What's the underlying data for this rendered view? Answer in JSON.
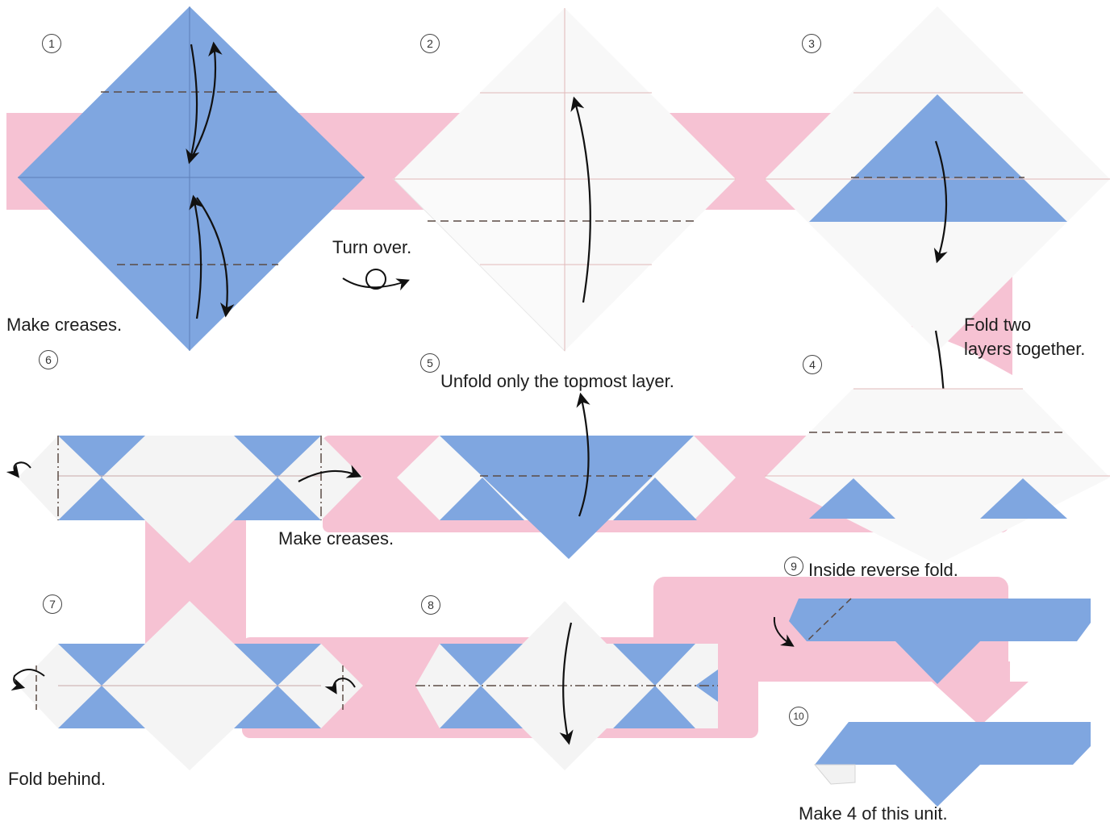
{
  "steps": [
    {
      "number": "1",
      "caption": "Make creases."
    },
    {
      "number": "2",
      "caption": "Turn over."
    },
    {
      "number": "3",
      "caption": "Fold two layers together."
    },
    {
      "number": "4",
      "caption": ""
    },
    {
      "number": "5",
      "caption": "Unfold only the topmost layer."
    },
    {
      "number": "6",
      "caption": "Make creases."
    },
    {
      "number": "7",
      "caption": "Fold behind."
    },
    {
      "number": "8",
      "caption": ""
    },
    {
      "number": "9",
      "caption": "Inside reverse fold."
    },
    {
      "number": "10",
      "caption": "Make 4 of this unit."
    }
  ],
  "labels": {
    "step3_line1": "Fold two",
    "step3_line2": "layers together."
  },
  "colors": {
    "paper_blue": "#7fa6e0",
    "paper_white": "#f6f6f6",
    "flow_pink": "#f6c2d3",
    "crease_line": "#8a6a5a",
    "arrow": "#111111"
  }
}
